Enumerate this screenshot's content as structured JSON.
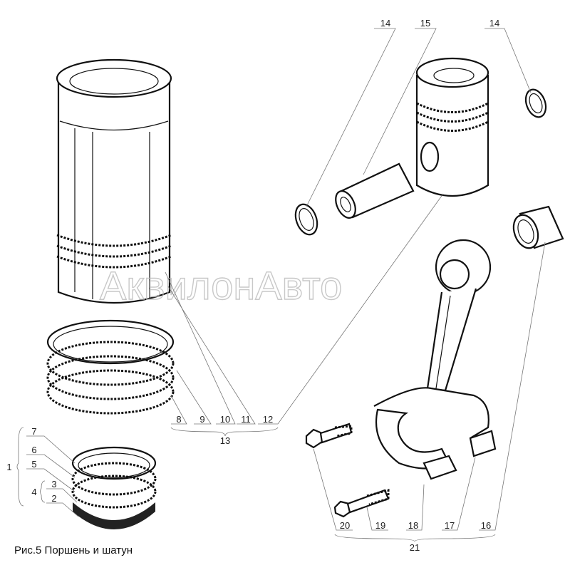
{
  "caption": "Рис.5 Поршень и шатун",
  "watermark": "АквилонАвто",
  "callouts": {
    "c14a": "14",
    "c15": "15",
    "c14b": "14",
    "c8": "8",
    "c9": "9",
    "c10": "10",
    "c11": "11",
    "c12": "12",
    "c13": "13",
    "c7": "7",
    "c6": "6",
    "c5": "5",
    "c3": "3",
    "c2": "2",
    "c1": "1",
    "c4": "4",
    "c20": "20",
    "c19": "19",
    "c18": "18",
    "c17": "17",
    "c16": "16",
    "c21": "21"
  }
}
